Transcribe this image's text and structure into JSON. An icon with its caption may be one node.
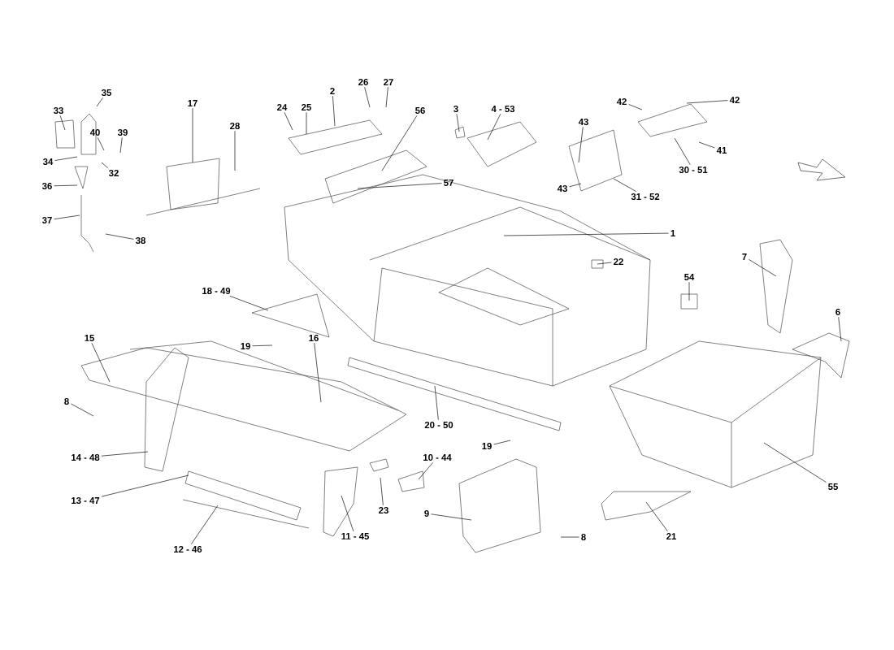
{
  "diagram": {
    "nodes": [
      {
        "text": [
          "35"
        ]
      },
      {
        "text": [
          "33"
        ]
      },
      {
        "text": [
          "40"
        ]
      },
      {
        "text": [
          "39"
        ]
      },
      {
        "text": [
          "34"
        ]
      },
      {
        "text": [
          "32"
        ]
      },
      {
        "text": [
          "36"
        ]
      },
      {
        "text": [
          "37"
        ]
      },
      {
        "text": [
          "38"
        ]
      },
      {
        "text": [
          "17"
        ]
      },
      {
        "text": [
          "28"
        ]
      },
      {
        "text": [
          "24"
        ]
      },
      {
        "text": [
          "25"
        ]
      },
      {
        "text": [
          "2"
        ]
      },
      {
        "text": [
          "26"
        ]
      },
      {
        "text": [
          "27"
        ]
      },
      {
        "text": [
          "56"
        ]
      },
      {
        "text": [
          "3"
        ]
      },
      {
        "text": [
          "4 - 53"
        ]
      },
      {
        "text": [
          "57"
        ]
      },
      {
        "text": [
          "43"
        ]
      },
      {
        "text": [
          "43"
        ]
      },
      {
        "text": [
          "42"
        ]
      },
      {
        "text": [
          "42"
        ]
      },
      {
        "text": [
          "41"
        ]
      },
      {
        "text": [
          "30 - 51"
        ]
      },
      {
        "text": [
          "31 - 52"
        ]
      },
      {
        "text": [
          "1"
        ]
      },
      {
        "text": [
          "22"
        ]
      },
      {
        "text": [
          "7"
        ]
      },
      {
        "text": [
          "54"
        ]
      },
      {
        "text": [
          "6"
        ]
      },
      {
        "text": [
          "18 - 49"
        ]
      },
      {
        "text": [
          "19"
        ]
      },
      {
        "text": [
          "15"
        ]
      },
      {
        "text": [
          "16"
        ]
      },
      {
        "text": [
          "8"
        ]
      },
      {
        "text": [
          "20 - 50"
        ]
      },
      {
        "text": [
          "19"
        ]
      },
      {
        "text": [
          "14 - 48"
        ]
      },
      {
        "text": [
          "10 - 44"
        ]
      },
      {
        "text": [
          "23"
        ]
      },
      {
        "text": [
          "13 - 47"
        ]
      },
      {
        "text": [
          "9"
        ]
      },
      {
        "text": [
          "11 - 45"
        ]
      },
      {
        "text": [
          "12 - 46"
        ]
      },
      {
        "text": [
          "8"
        ]
      },
      {
        "text": [
          "55"
        ]
      },
      {
        "text": [
          "21"
        ]
      }
    ],
    "edges": [
      {
        "from": 0,
        "to": null,
        "arrow": "none"
      },
      {
        "from": 1,
        "to": null,
        "arrow": "none"
      },
      {
        "from": 2,
        "to": null,
        "arrow": "none"
      },
      {
        "from": 3,
        "to": null,
        "arrow": "none"
      },
      {
        "from": 4,
        "to": null,
        "arrow": "none"
      },
      {
        "from": 5,
        "to": null,
        "arrow": "none"
      },
      {
        "from": 6,
        "to": null,
        "arrow": "none"
      },
      {
        "from": 7,
        "to": null,
        "arrow": "none"
      },
      {
        "from": 8,
        "to": null,
        "arrow": "none"
      },
      {
        "from": 9,
        "to": null,
        "arrow": "none"
      },
      {
        "from": 10,
        "to": null,
        "arrow": "none"
      },
      {
        "from": 11,
        "to": null,
        "arrow": "none"
      },
      {
        "from": 12,
        "to": null,
        "arrow": "none"
      },
      {
        "from": 13,
        "to": null,
        "arrow": "none"
      },
      {
        "from": 14,
        "to": null,
        "arrow": "none"
      },
      {
        "from": 15,
        "to": null,
        "arrow": "none"
      },
      {
        "from": 16,
        "to": null,
        "arrow": "none"
      },
      {
        "from": 17,
        "to": null,
        "arrow": "none"
      },
      {
        "from": 18,
        "to": null,
        "arrow": "none"
      },
      {
        "from": 19,
        "to": null,
        "arrow": "none"
      },
      {
        "from": 20,
        "to": null,
        "arrow": "none"
      },
      {
        "from": 21,
        "to": null,
        "arrow": "none"
      },
      {
        "from": 22,
        "to": null,
        "arrow": "none"
      },
      {
        "from": 23,
        "to": null,
        "arrow": "none"
      },
      {
        "from": 24,
        "to": null,
        "arrow": "none"
      },
      {
        "from": 25,
        "to": null,
        "arrow": "none"
      },
      {
        "from": 26,
        "to": null,
        "arrow": "none"
      },
      {
        "from": 27,
        "to": null,
        "arrow": "none"
      },
      {
        "from": 28,
        "to": null,
        "arrow": "none"
      },
      {
        "from": 29,
        "to": null,
        "arrow": "none"
      },
      {
        "from": 30,
        "to": null,
        "arrow": "none"
      },
      {
        "from": 31,
        "to": null,
        "arrow": "none"
      },
      {
        "from": 32,
        "to": null,
        "arrow": "none"
      },
      {
        "from": 33,
        "to": null,
        "arrow": "none"
      },
      {
        "from": 34,
        "to": null,
        "arrow": "none"
      },
      {
        "from": 35,
        "to": null,
        "arrow": "none"
      },
      {
        "from": 36,
        "to": null,
        "arrow": "none"
      },
      {
        "from": 37,
        "to": null,
        "arrow": "none"
      },
      {
        "from": 38,
        "to": null,
        "arrow": "none"
      },
      {
        "from": 39,
        "to": null,
        "arrow": "none"
      },
      {
        "from": 40,
        "to": null,
        "arrow": "none"
      },
      {
        "from": 41,
        "to": null,
        "arrow": "none"
      },
      {
        "from": 42,
        "to": null,
        "arrow": "none"
      },
      {
        "from": 43,
        "to": null,
        "arrow": "none"
      },
      {
        "from": 44,
        "to": null,
        "arrow": "none"
      },
      {
        "from": 45,
        "to": null,
        "arrow": "none"
      },
      {
        "from": 46,
        "to": null,
        "arrow": "none"
      },
      {
        "from": 47,
        "to": null,
        "arrow": "none"
      },
      {
        "from": 48,
        "to": null,
        "arrow": "none"
      }
    ]
  }
}
